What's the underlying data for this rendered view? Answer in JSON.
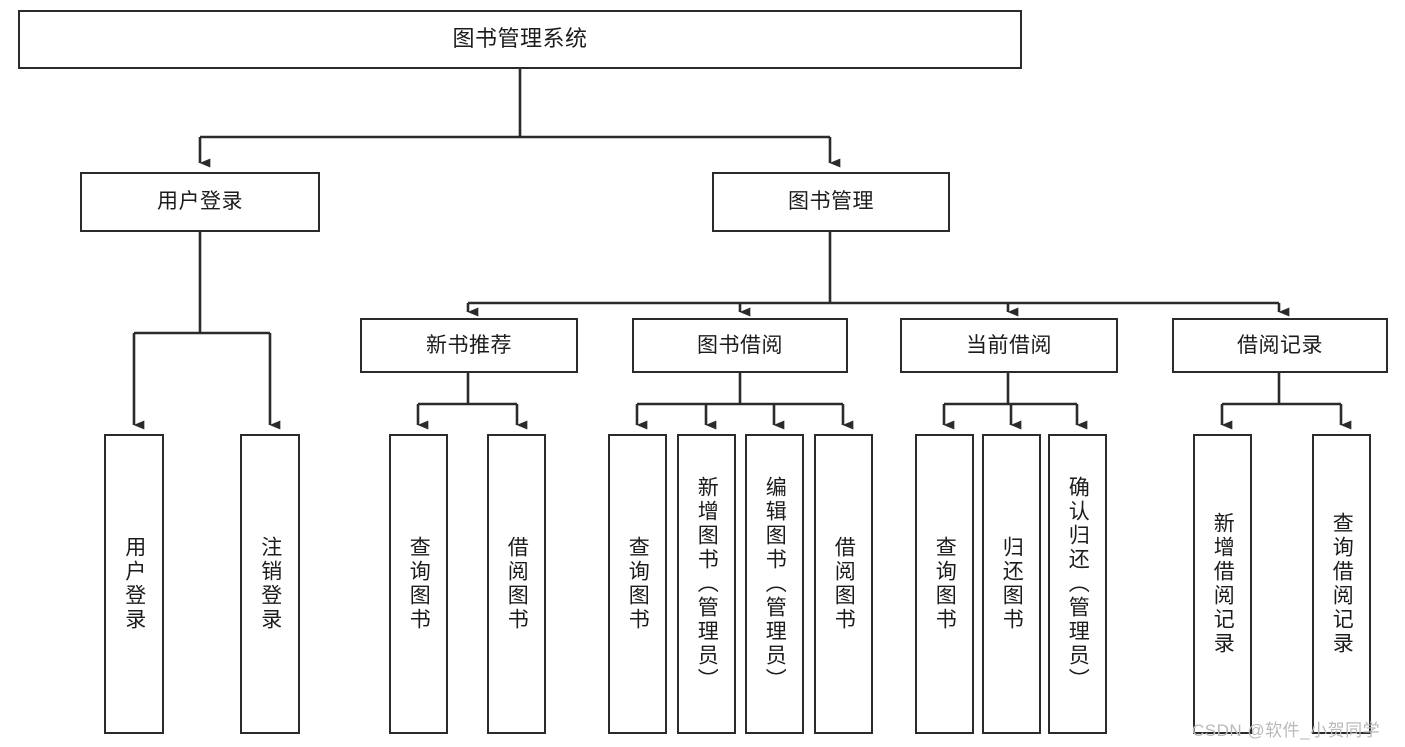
{
  "diagram": {
    "title": "图书管理系统",
    "type": "tree-hierarchy-diagram",
    "colors": {
      "box_border": "#2b2b2b",
      "box_fill": "#ffffff",
      "connector": "#2b2b2b",
      "text": "#1c1c1c",
      "watermark": "#b9b9b9",
      "background": "#ffffff"
    },
    "watermark": "CSDN @软件_小贺同学",
    "levels": {
      "level1": [
        {
          "id": "root",
          "label": "图书管理系统",
          "orientation": "horizontal"
        }
      ],
      "level2": [
        {
          "id": "user-login",
          "label": "用户登录",
          "orientation": "horizontal"
        },
        {
          "id": "book-manage",
          "label": "图书管理",
          "orientation": "horizontal"
        }
      ],
      "level3": [
        {
          "id": "new-book-rec",
          "label": "新书推荐",
          "orientation": "horizontal"
        },
        {
          "id": "book-borrow",
          "label": "图书借阅",
          "orientation": "horizontal"
        },
        {
          "id": "current-borrow",
          "label": "当前借阅",
          "orientation": "horizontal"
        },
        {
          "id": "borrow-record",
          "label": "借阅记录",
          "orientation": "horizontal"
        }
      ],
      "level4": [
        {
          "id": "leaf-user-login",
          "parent": "user-login",
          "label": "用户登录",
          "orientation": "vertical"
        },
        {
          "id": "leaf-logout",
          "parent": "user-login",
          "label": "注销登录",
          "orientation": "vertical"
        },
        {
          "id": "leaf-query-book-1",
          "parent": "new-book-rec",
          "label": "查询图书",
          "orientation": "vertical"
        },
        {
          "id": "leaf-borrow-book-1",
          "parent": "new-book-rec",
          "label": "借阅图书",
          "orientation": "vertical"
        },
        {
          "id": "leaf-query-book-2",
          "parent": "book-borrow",
          "label": "查询图书",
          "orientation": "vertical"
        },
        {
          "id": "leaf-add-book",
          "parent": "book-borrow",
          "label": "新增图书（管理员）",
          "orientation": "vertical"
        },
        {
          "id": "leaf-edit-book",
          "parent": "book-borrow",
          "label": "编辑图书（管理员）",
          "orientation": "vertical"
        },
        {
          "id": "leaf-borrow-book-2",
          "parent": "book-borrow",
          "label": "借阅图书",
          "orientation": "vertical"
        },
        {
          "id": "leaf-query-book-3",
          "parent": "current-borrow",
          "label": "查询图书",
          "orientation": "vertical"
        },
        {
          "id": "leaf-return-book",
          "parent": "current-borrow",
          "label": "归还图书",
          "orientation": "vertical"
        },
        {
          "id": "leaf-confirm-return",
          "parent": "current-borrow",
          "label": "确认归还（管理员）",
          "orientation": "vertical"
        },
        {
          "id": "leaf-add-record",
          "parent": "borrow-record",
          "label": "新增借阅记录",
          "orientation": "vertical"
        },
        {
          "id": "leaf-query-record",
          "parent": "borrow-record",
          "label": "查询借阅记录",
          "orientation": "vertical"
        }
      ]
    }
  }
}
